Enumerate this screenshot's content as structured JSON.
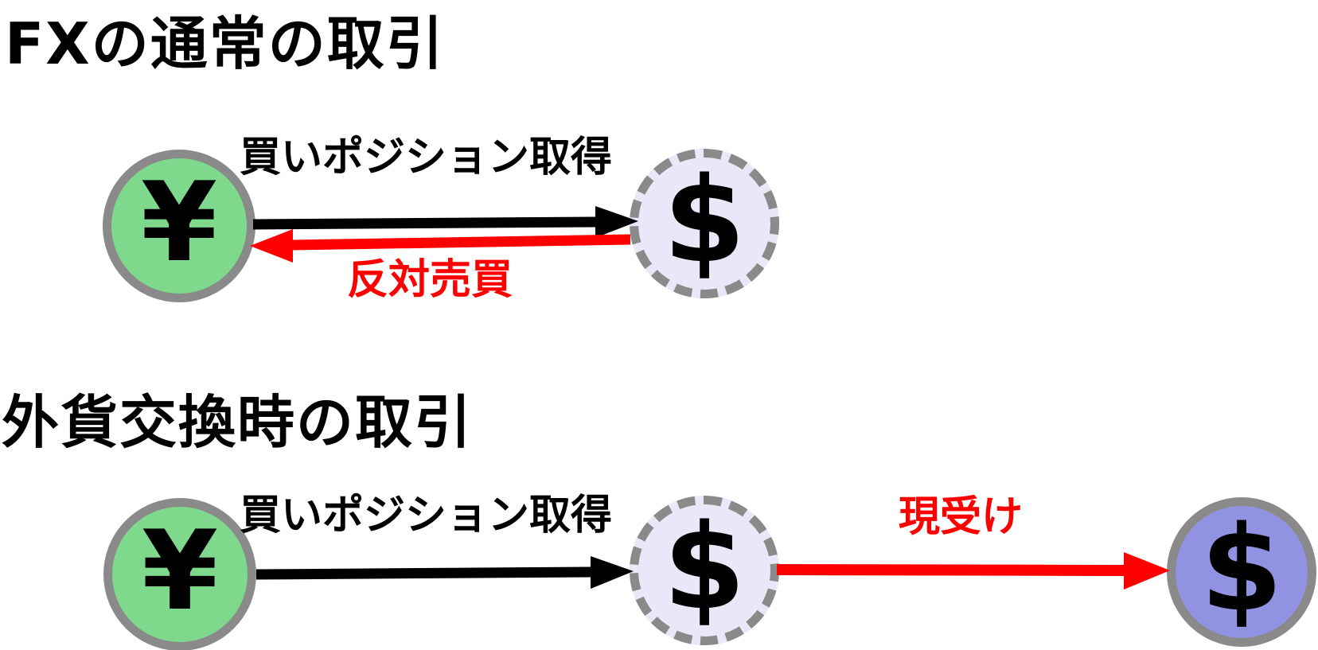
{
  "colors": {
    "background": "#FFFFFF",
    "yen_fill": "#7ED98C",
    "position_fill": "#E8E8F8",
    "delivered_fill": "#9193E2",
    "circle_border": "#8A8A8A",
    "arrow_black": "#000000",
    "arrow_red": "#FF0000"
  },
  "sections": [
    {
      "title": "FXの通常の取引",
      "nodes": [
        {
          "name": "yen",
          "symbol": "¥",
          "style": "solid-green"
        },
        {
          "name": "dollar-position",
          "symbol": "$",
          "style": "dashed-lavender"
        }
      ],
      "arrows": [
        {
          "label": "買いポジション取得",
          "color": "#000000",
          "direction": "right",
          "from": "yen",
          "to": "dollar-position"
        },
        {
          "label": "反対売買",
          "color": "#FF0000",
          "direction": "left",
          "from": "dollar-position",
          "to": "yen"
        }
      ]
    },
    {
      "title": "外貨交換時の取引",
      "nodes": [
        {
          "name": "yen",
          "symbol": "¥",
          "style": "solid-green"
        },
        {
          "name": "dollar-position",
          "symbol": "$",
          "style": "dashed-lavender"
        },
        {
          "name": "dollar-delivered",
          "symbol": "$",
          "style": "solid-purple"
        }
      ],
      "arrows": [
        {
          "label": "買いポジション取得",
          "color": "#000000",
          "direction": "right",
          "from": "yen",
          "to": "dollar-position"
        },
        {
          "label": "現受け",
          "color": "#FF0000",
          "direction": "right",
          "from": "dollar-position",
          "to": "dollar-delivered"
        }
      ]
    }
  ]
}
